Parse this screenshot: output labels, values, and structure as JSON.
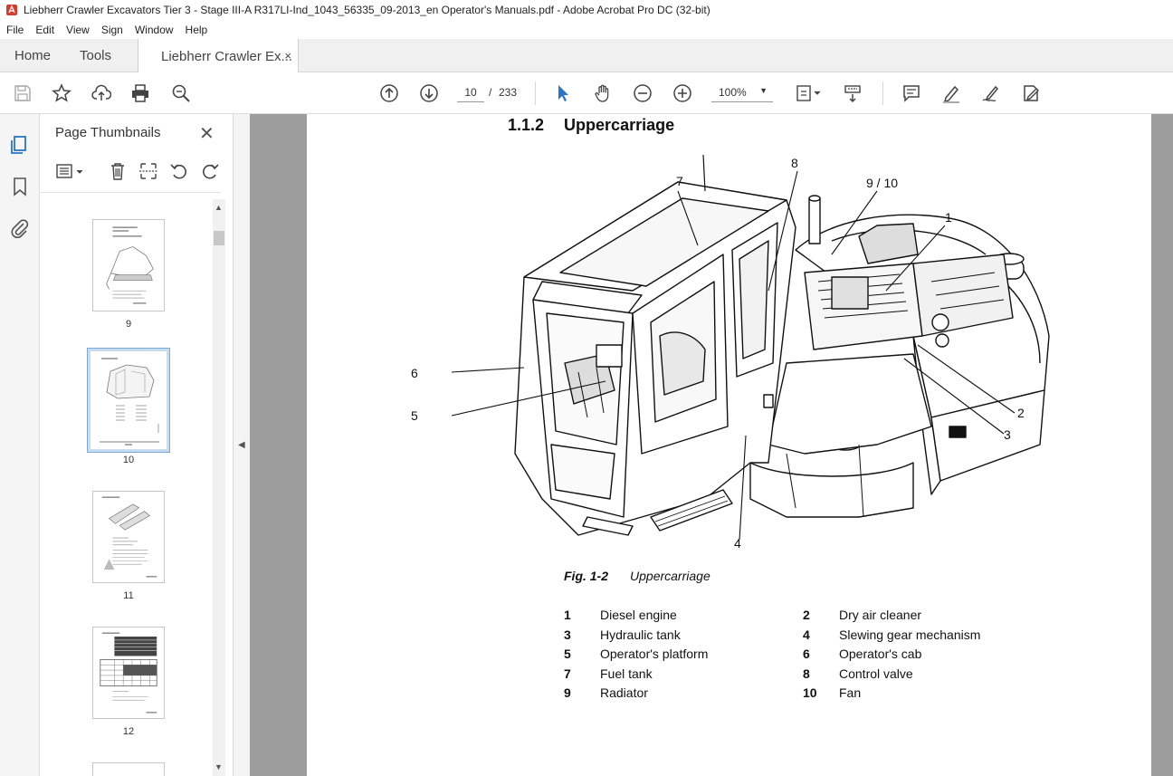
{
  "window": {
    "title": "Liebherr Crawler Excavators Tier 3 - Stage III-A  R317LI-Ind_1043_56335_09-2013_en Operator's Manuals.pdf - Adobe Acrobat Pro DC (32-bit)"
  },
  "menu": [
    "File",
    "Edit",
    "View",
    "Sign",
    "Window",
    "Help"
  ],
  "tabs": {
    "home": "Home",
    "tools": "Tools",
    "document": "Liebherr Crawler Ex...",
    "close": "×"
  },
  "toolbar": {
    "current_page": "10",
    "page_sep": "/",
    "total_pages": "233",
    "zoom": "100%"
  },
  "panel": {
    "title": "Page Thumbnails",
    "close": "✕",
    "thumbnails": [
      {
        "page": "9"
      },
      {
        "page": "10",
        "selected": true
      },
      {
        "page": "11"
      },
      {
        "page": "12"
      }
    ]
  },
  "document": {
    "section_number": "1.1.2",
    "section_title": "Uppercarriage",
    "figure_label": "Fig. 1-2",
    "figure_title": "Uppercarriage",
    "callouts": [
      "7",
      "8",
      "9 / 10",
      "1",
      "6",
      "5",
      "2",
      "3",
      "4"
    ],
    "legend": [
      {
        "num": "1",
        "text": "Diesel engine"
      },
      {
        "num": "2",
        "text": "Dry air cleaner"
      },
      {
        "num": "3",
        "text": "Hydraulic tank"
      },
      {
        "num": "4",
        "text": "Slewing gear mechanism"
      },
      {
        "num": "5",
        "text": "Operator's platform"
      },
      {
        "num": "6",
        "text": "Operator's cab"
      },
      {
        "num": "7",
        "text": "Fuel tank"
      },
      {
        "num": "8",
        "text": "Control valve"
      },
      {
        "num": "9",
        "text": "Radiator"
      },
      {
        "num": "10",
        "text": "Fan"
      }
    ]
  },
  "colors": {
    "accent": "#2a73c7",
    "pdf_red": "#d83b2b",
    "doc_background": "#9d9d9d"
  }
}
